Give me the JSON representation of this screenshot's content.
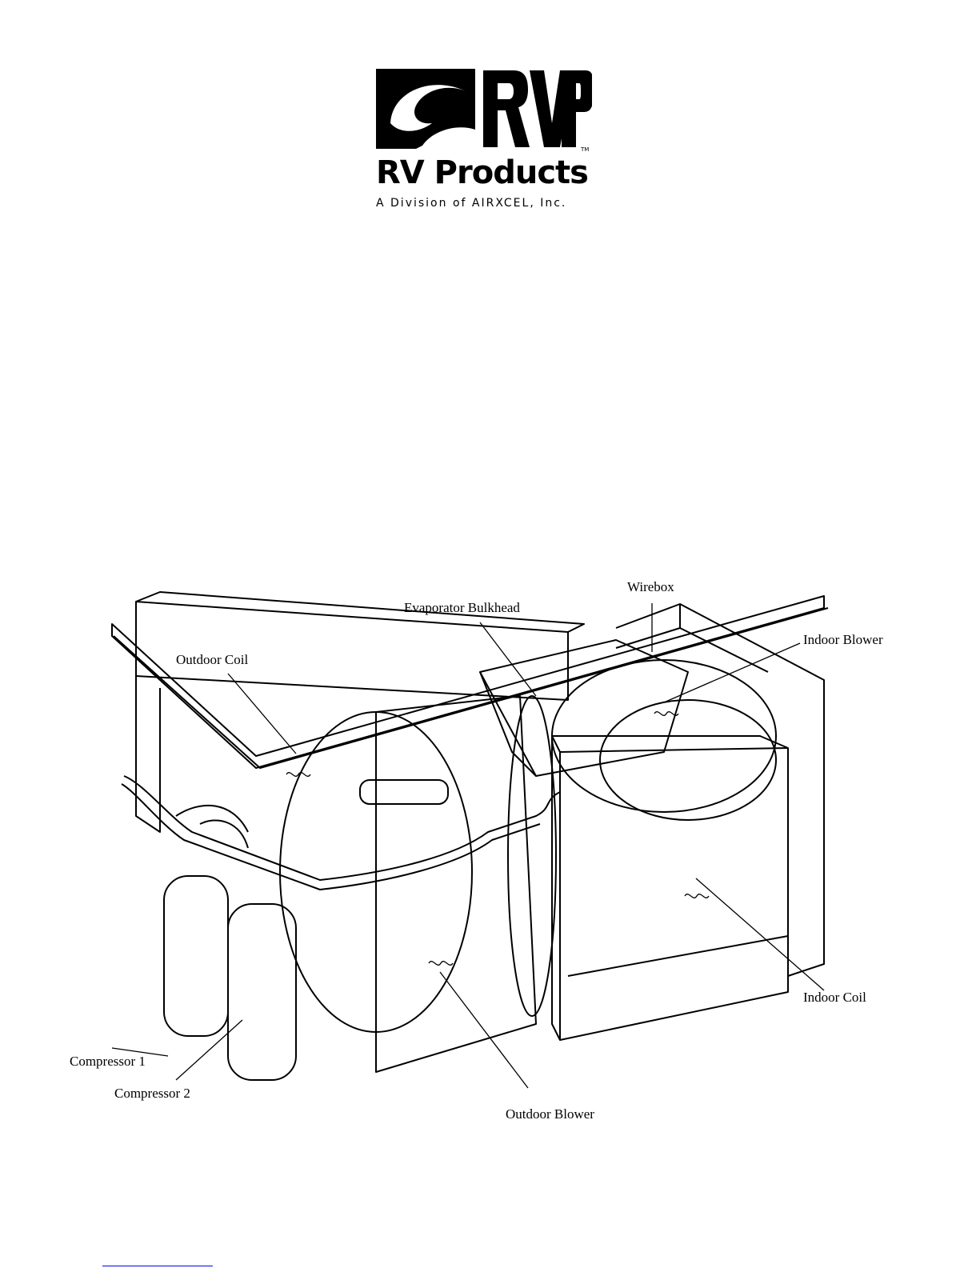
{
  "brand": {
    "logo_text": "RVP",
    "name": "RV Products",
    "tagline": "A Division of AIRXCEL, Inc.",
    "trademark": "TM"
  },
  "diagram": {
    "labels": {
      "wirebox": "Wirebox",
      "evaporator_bulkhead": "Evaporator Bulkhead",
      "indoor_blower": "Indoor Blower",
      "outdoor_coil": "Outdoor Coil",
      "indoor_coil": "Indoor Coil",
      "compressor_1": "Compressor 1",
      "compressor_2": "Compressor 2",
      "outdoor_blower": "Outdoor Blower"
    }
  }
}
